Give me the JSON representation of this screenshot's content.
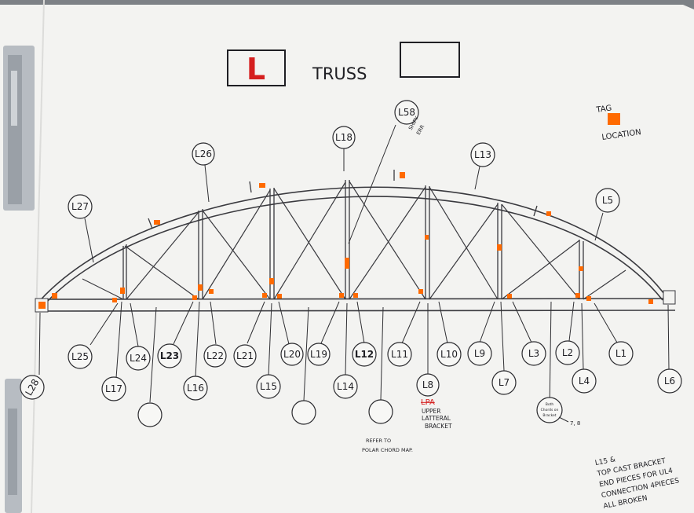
{
  "header": {
    "title": "TRUSS",
    "type_letter": "L"
  },
  "tag_note": {
    "line1": "TAG",
    "line2": "LOCATION"
  },
  "labels": [
    "L58",
    "L18",
    "L13",
    "L26",
    "L27",
    "L5",
    "L25",
    "L24",
    "L23",
    "L22",
    "L21",
    "L20",
    "L19",
    "L12",
    "L11",
    "L10",
    "L9",
    "L3",
    "L2",
    "L1",
    "L17",
    "L16",
    "L15",
    "L14",
    "L8",
    "L7",
    "L4",
    "L6",
    "L28"
  ],
  "l58_note": [
    "SHIPY",
    "ERR"
  ],
  "l8_note": [
    "LPA",
    "UPPER",
    "LATTERAL",
    "BRACKET"
  ],
  "refer_note": [
    "REFER TO",
    "POLAR CHORD MAP."
  ],
  "both_note": {
    "bubble": [
      "Both",
      "Chords on",
      "Bracket"
    ],
    "suffix": "7, 8"
  },
  "bottom_note": [
    "L15  &",
    "TOP CAST BRACKET",
    "END PIECES FOR UL4",
    "CONNECTION 4PIECES",
    "ALL BROKEN"
  ],
  "colors": {
    "marker_orange": "#ff6a00",
    "red_letter": "#d51f1f",
    "ink": "#1f1f24"
  }
}
